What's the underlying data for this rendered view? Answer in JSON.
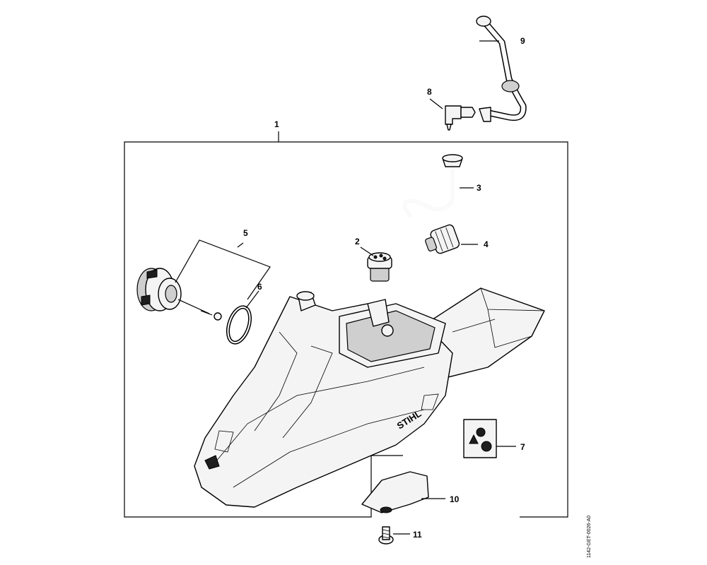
{
  "drawing_ref": "1142-GET-0026-A0",
  "brand_logo": "STIHL",
  "callouts": [
    "1",
    "2",
    "3",
    "4",
    "5",
    "6",
    "7",
    "8",
    "9",
    "10",
    "11"
  ],
  "label_icons": [
    "warning-triangle-icon",
    "read-manual-icon",
    "ear-eye-protection-icon"
  ]
}
